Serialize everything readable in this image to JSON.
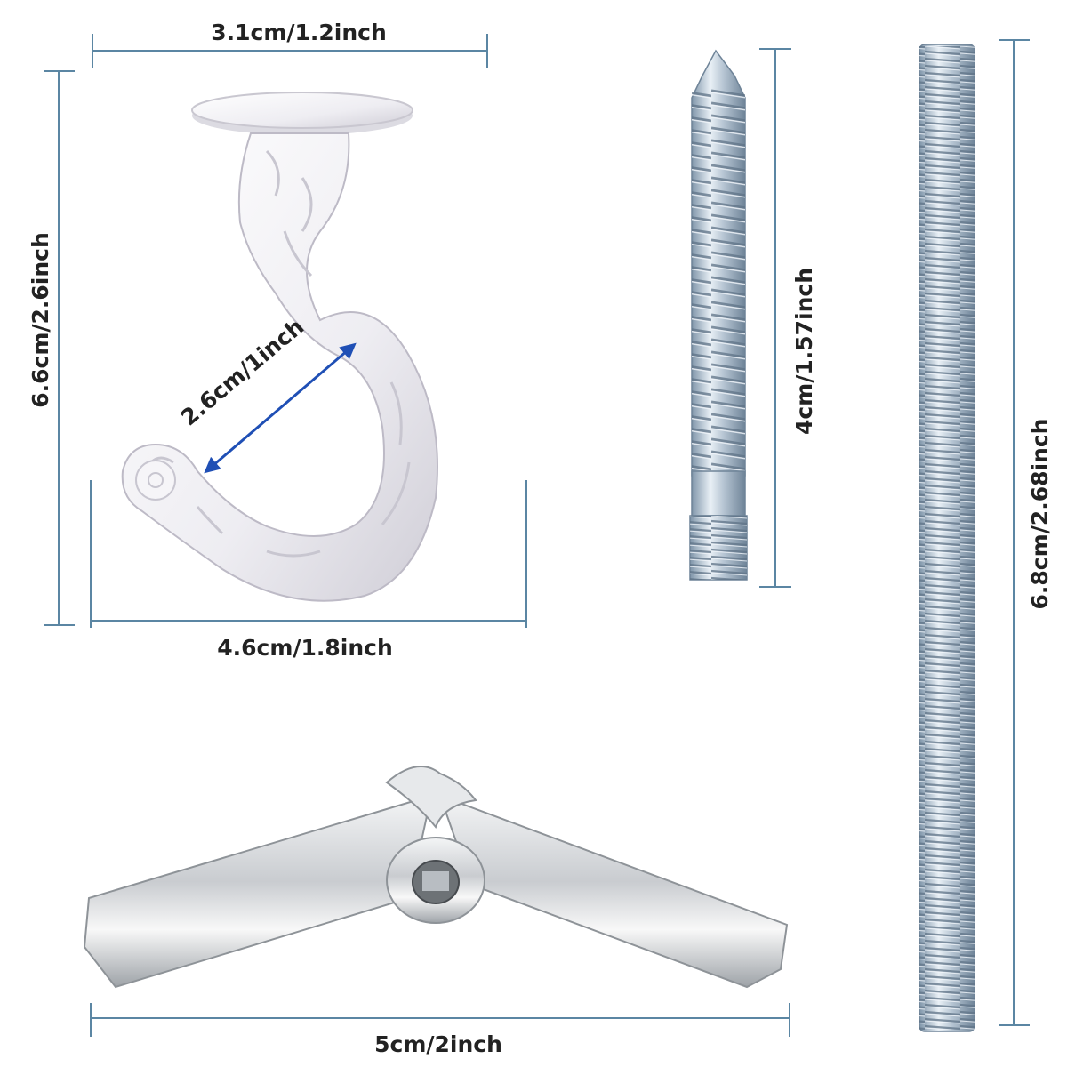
{
  "colors": {
    "background": "#ffffff",
    "dimension_line": "#5b86a3",
    "arrow": "#1f4fb5",
    "hook_white": "#f2f0f4",
    "zinc": "#b8c6d2",
    "chrome": "#d8dadc"
  },
  "products": {
    "ceiling_hook": {
      "icon": "ceiling-hook-icon",
      "top_width": "3.1cm/1.2inch",
      "height": "6.6cm/2.6inch",
      "opening": "2.6cm/1inch",
      "bottom_width": "4.6cm/1.8inch"
    },
    "hanger_bolt": {
      "icon": "hanger-bolt-icon",
      "length": "4cm/1.57inch"
    },
    "threaded_rod": {
      "icon": "threaded-rod-icon",
      "length": "6.8cm/2.68inch"
    },
    "toggle_wing": {
      "icon": "toggle-wing-icon",
      "width": "5cm/2inch"
    }
  }
}
